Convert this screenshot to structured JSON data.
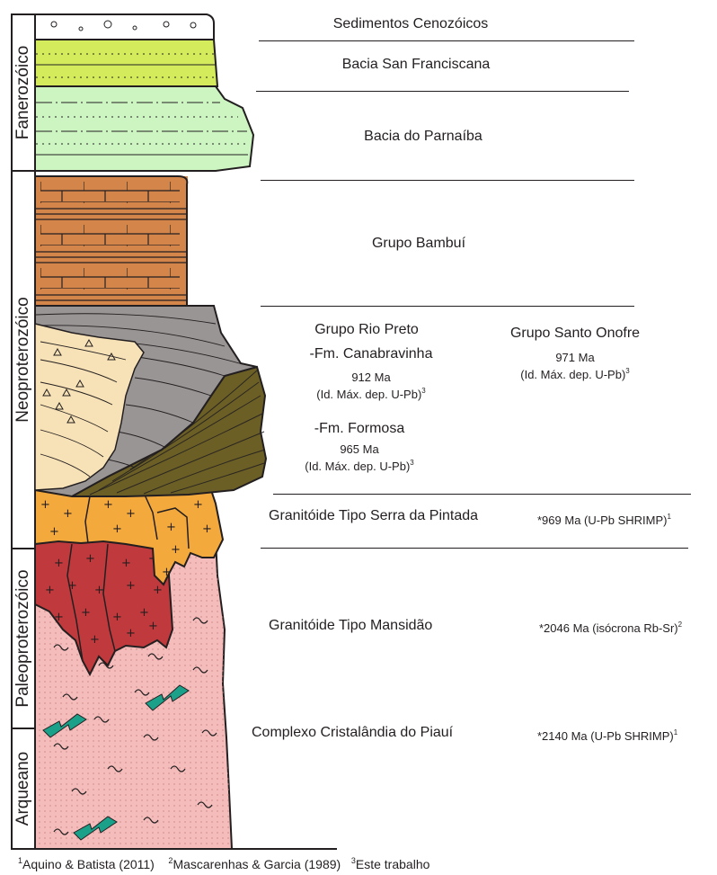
{
  "eras": [
    {
      "label": "Fanerozóico"
    },
    {
      "label": "Neoproterozóico"
    },
    {
      "label": "Paleoproterozóico"
    },
    {
      "label": "Arqueano"
    }
  ],
  "units": {
    "cenozoic": "Sedimentos Cenozóicos",
    "sanfranciscana": "Bacia San Franciscana",
    "parnaiba": "Bacia do Parnaíba",
    "bambui": "Grupo Bambuí",
    "rio_preto": {
      "title": "Grupo Rio Preto",
      "canabravinha": "-Fm. Canabravinha",
      "canabravinha_age": "912 Ma",
      "canabravinha_method": "(Id. Máx. dep. U-Pb)",
      "canabravinha_ref": "3",
      "formosa": "-Fm. Formosa",
      "formosa_age": "965 Ma",
      "formosa_method": "(Id. Máx. dep. U-Pb)",
      "formosa_ref": "3"
    },
    "santo_onofre": {
      "title": "Grupo Santo Onofre",
      "age": "971 Ma",
      "method": "(Id. Máx. dep. U-Pb)",
      "ref": "3"
    },
    "serra_pintada": {
      "label": "Granitóide Tipo Serra da Pintada",
      "age": "*969 Ma (U-Pb SHRIMP)",
      "ref": "1"
    },
    "mansidao": {
      "label": "Granitóide Tipo Mansidão",
      "age": "*2046 Ma (isócrona Rb-Sr)",
      "ref": "2"
    },
    "cristalandia": {
      "label": "Complexo Cristalândia do Piauí",
      "age": "*2140 Ma (U-Pb SHRIMP)",
      "ref": "1"
    }
  },
  "footnotes": [
    {
      "num": "1",
      "text": "Aquino & Batista (2011)"
    },
    {
      "num": "2",
      "text": "Mascarenhas & Garcia (1989)"
    },
    {
      "num": "3",
      "text": "Este trabalho"
    }
  ],
  "colors": {
    "cenozoic": "#ffffff",
    "sanfranciscana": "#d4ec5c",
    "parnaiba": "#cdf5c2",
    "bambui": "#d4854a",
    "rio_preto": "#9a9595",
    "canabravinha": "#f7e1b6",
    "santo_onofre": "#6b5f26",
    "serra_pintada": "#f3a93c",
    "mansidao": "#c0393c",
    "cristalandia": "#f4bdbb",
    "green_lens": "#1ba08a"
  }
}
